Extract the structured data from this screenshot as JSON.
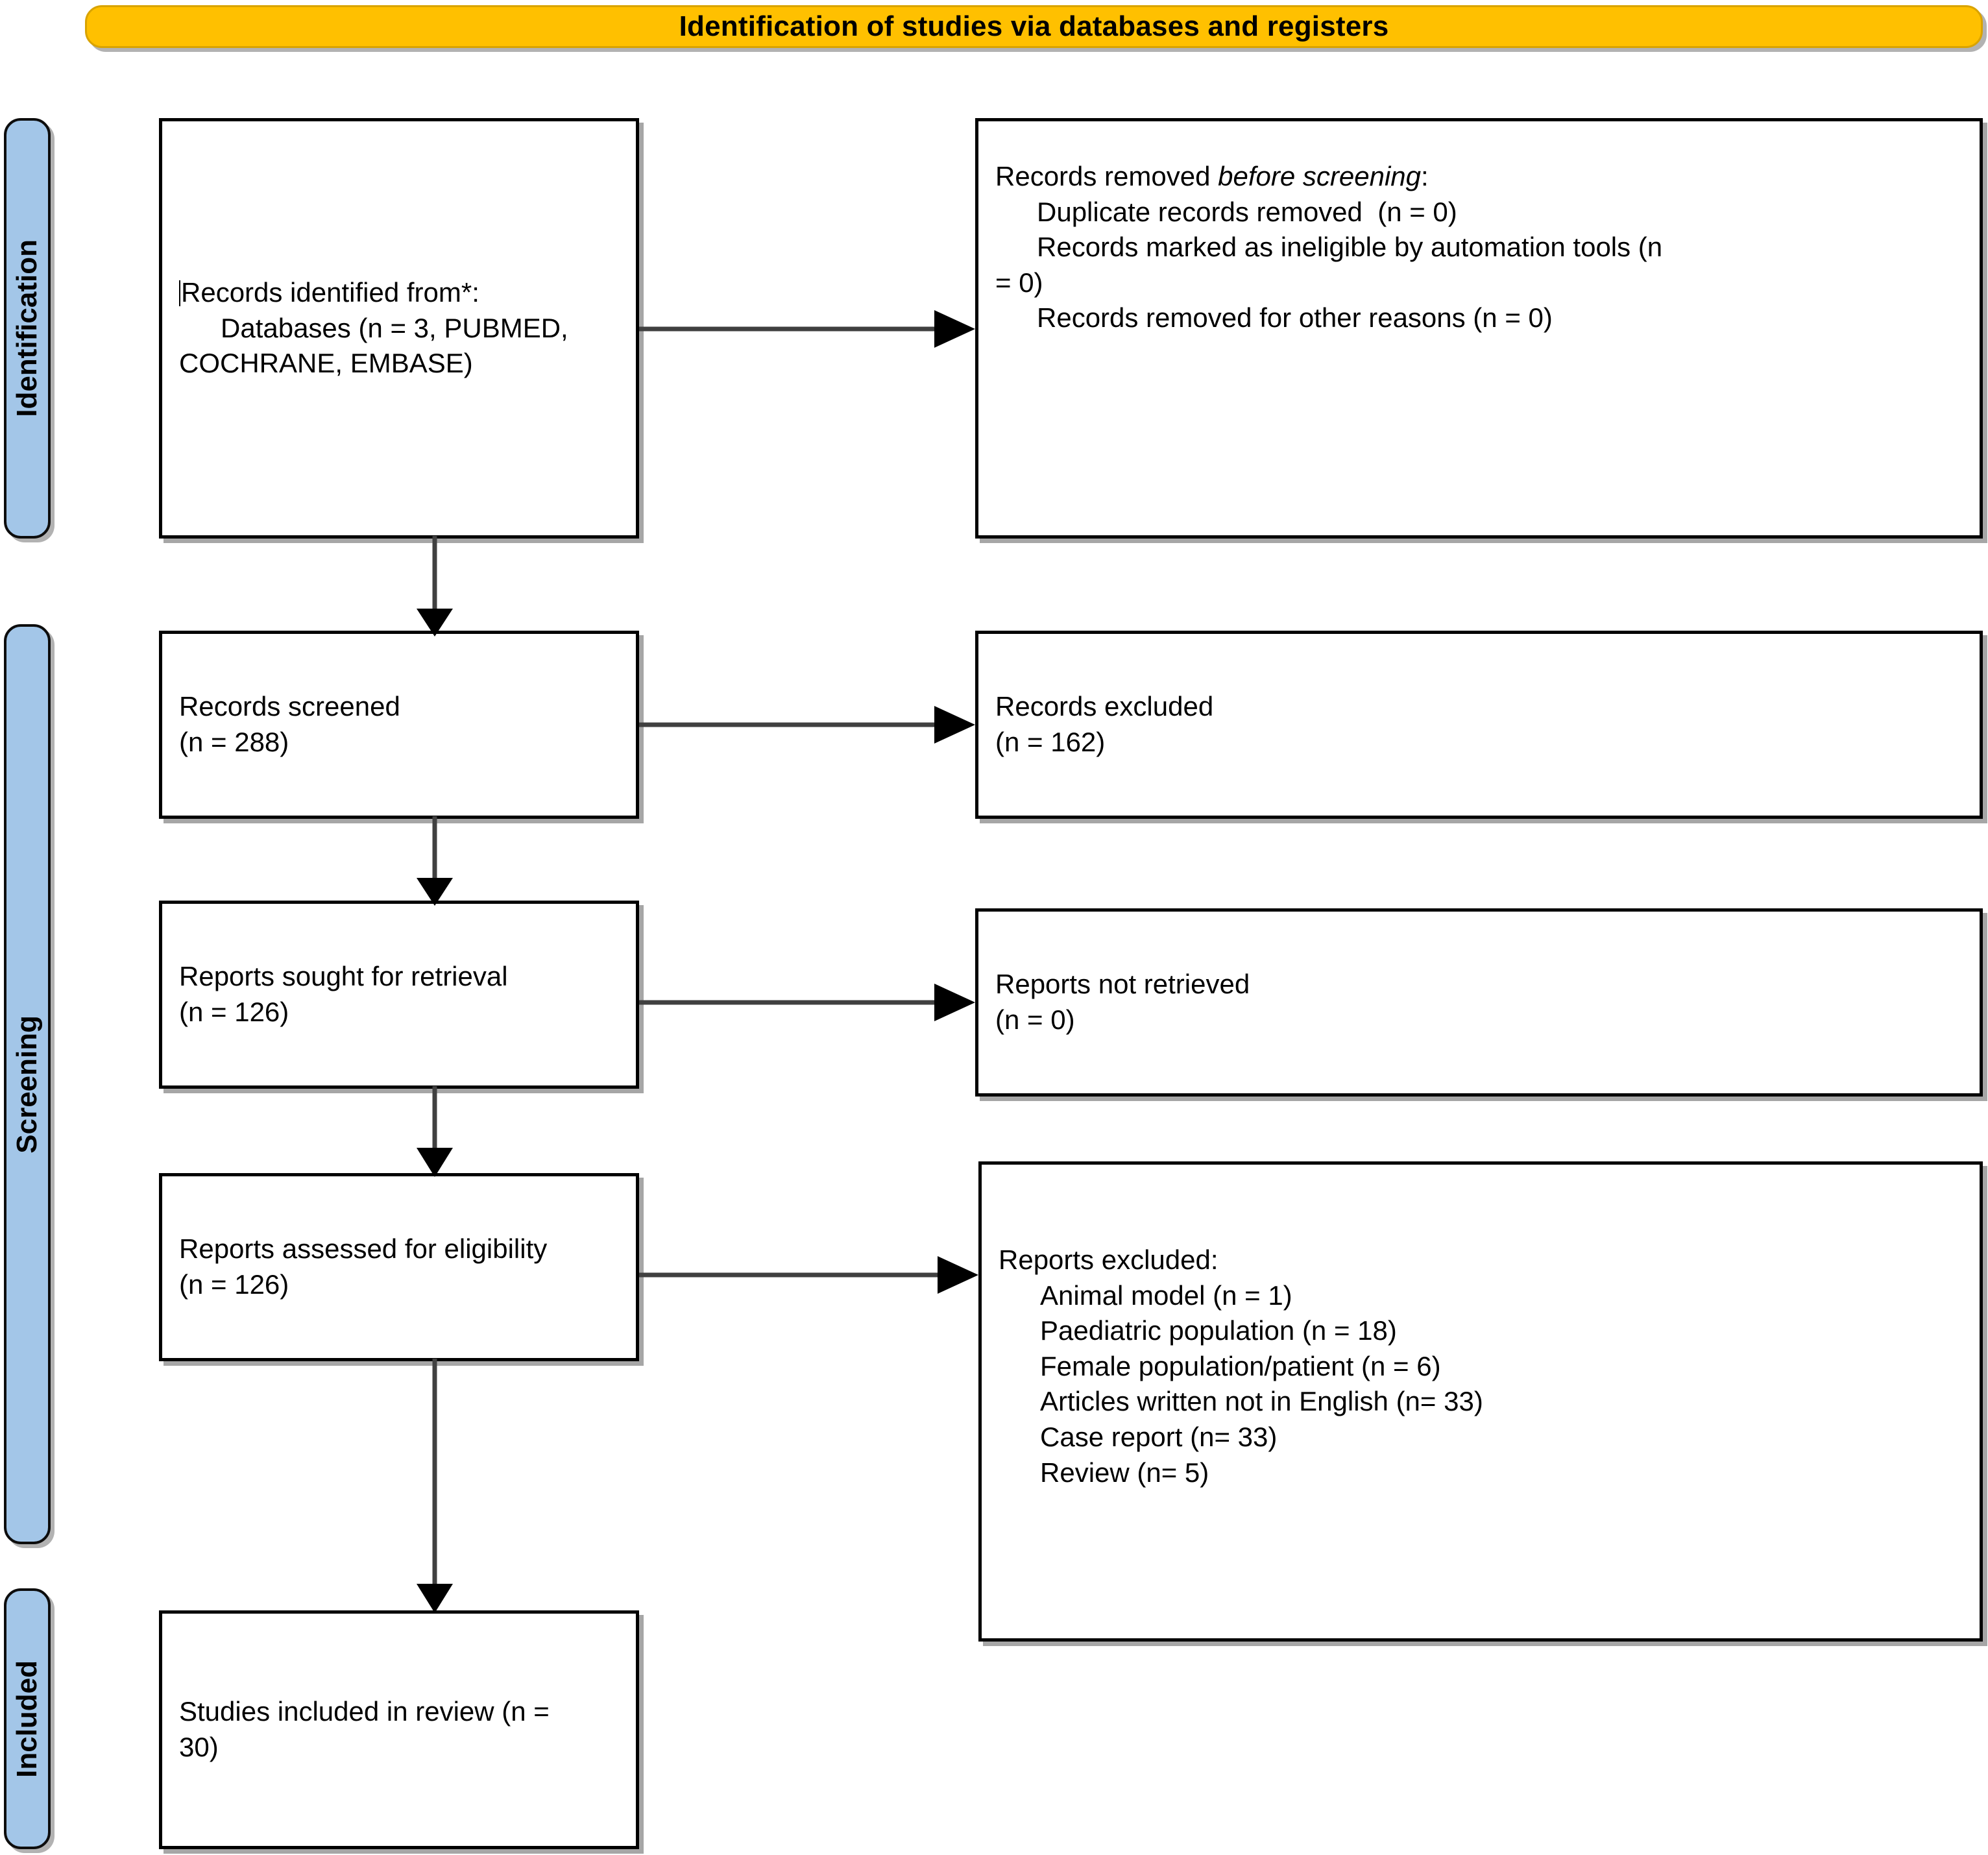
{
  "banner": {
    "title": "Identification of studies via databases and registers"
  },
  "rails": [
    {
      "label": "Identification"
    },
    {
      "label": "Screening"
    },
    {
      "label": "Included"
    }
  ],
  "boxes": {
    "records_identified": {
      "line1": "Records identified from*:",
      "line2": "Databases (n = 3, PUBMED,",
      "line3": "COCHRANE, EMBASE)"
    },
    "records_removed": {
      "heading_pre": "Records removed ",
      "heading_em": "before screening",
      "heading_post": ":",
      "items": [
        "Duplicate records removed  (n = 0)",
        "Records marked as ineligible by automation tools (n",
        "= 0)",
        "Records removed for other reasons (n = 0)"
      ]
    },
    "records_screened": {
      "line1": "Records screened",
      "line2": "(n = 288)"
    },
    "records_excluded": {
      "line1": "Records excluded",
      "line2": "(n = 162)"
    },
    "reports_sought": {
      "line1": "Reports sought for retrieval",
      "line2": "(n = 126)"
    },
    "reports_not_retrieved": {
      "line1": "Reports not retrieved",
      "line2": "(n = 0)"
    },
    "reports_assessed": {
      "line1": "Reports assessed for eligibility",
      "line2": "(n = 126)"
    },
    "reports_excluded": {
      "heading": "Reports excluded:",
      "items": [
        "Animal model (n = 1)",
        "Paediatric population (n = 18)",
        "Female population/patient (n = 6)",
        "Articles written not in English (n= 33)",
        "Case report (n= 33)",
        "Review (n= 5)"
      ]
    },
    "studies_included": {
      "line1": "Studies included in review (n =",
      "line2": "30)"
    }
  },
  "colors": {
    "banner_fill": "#FFC000",
    "rail_fill": "#A3C6E8",
    "box_border": "#000000",
    "connector": "#404040"
  }
}
